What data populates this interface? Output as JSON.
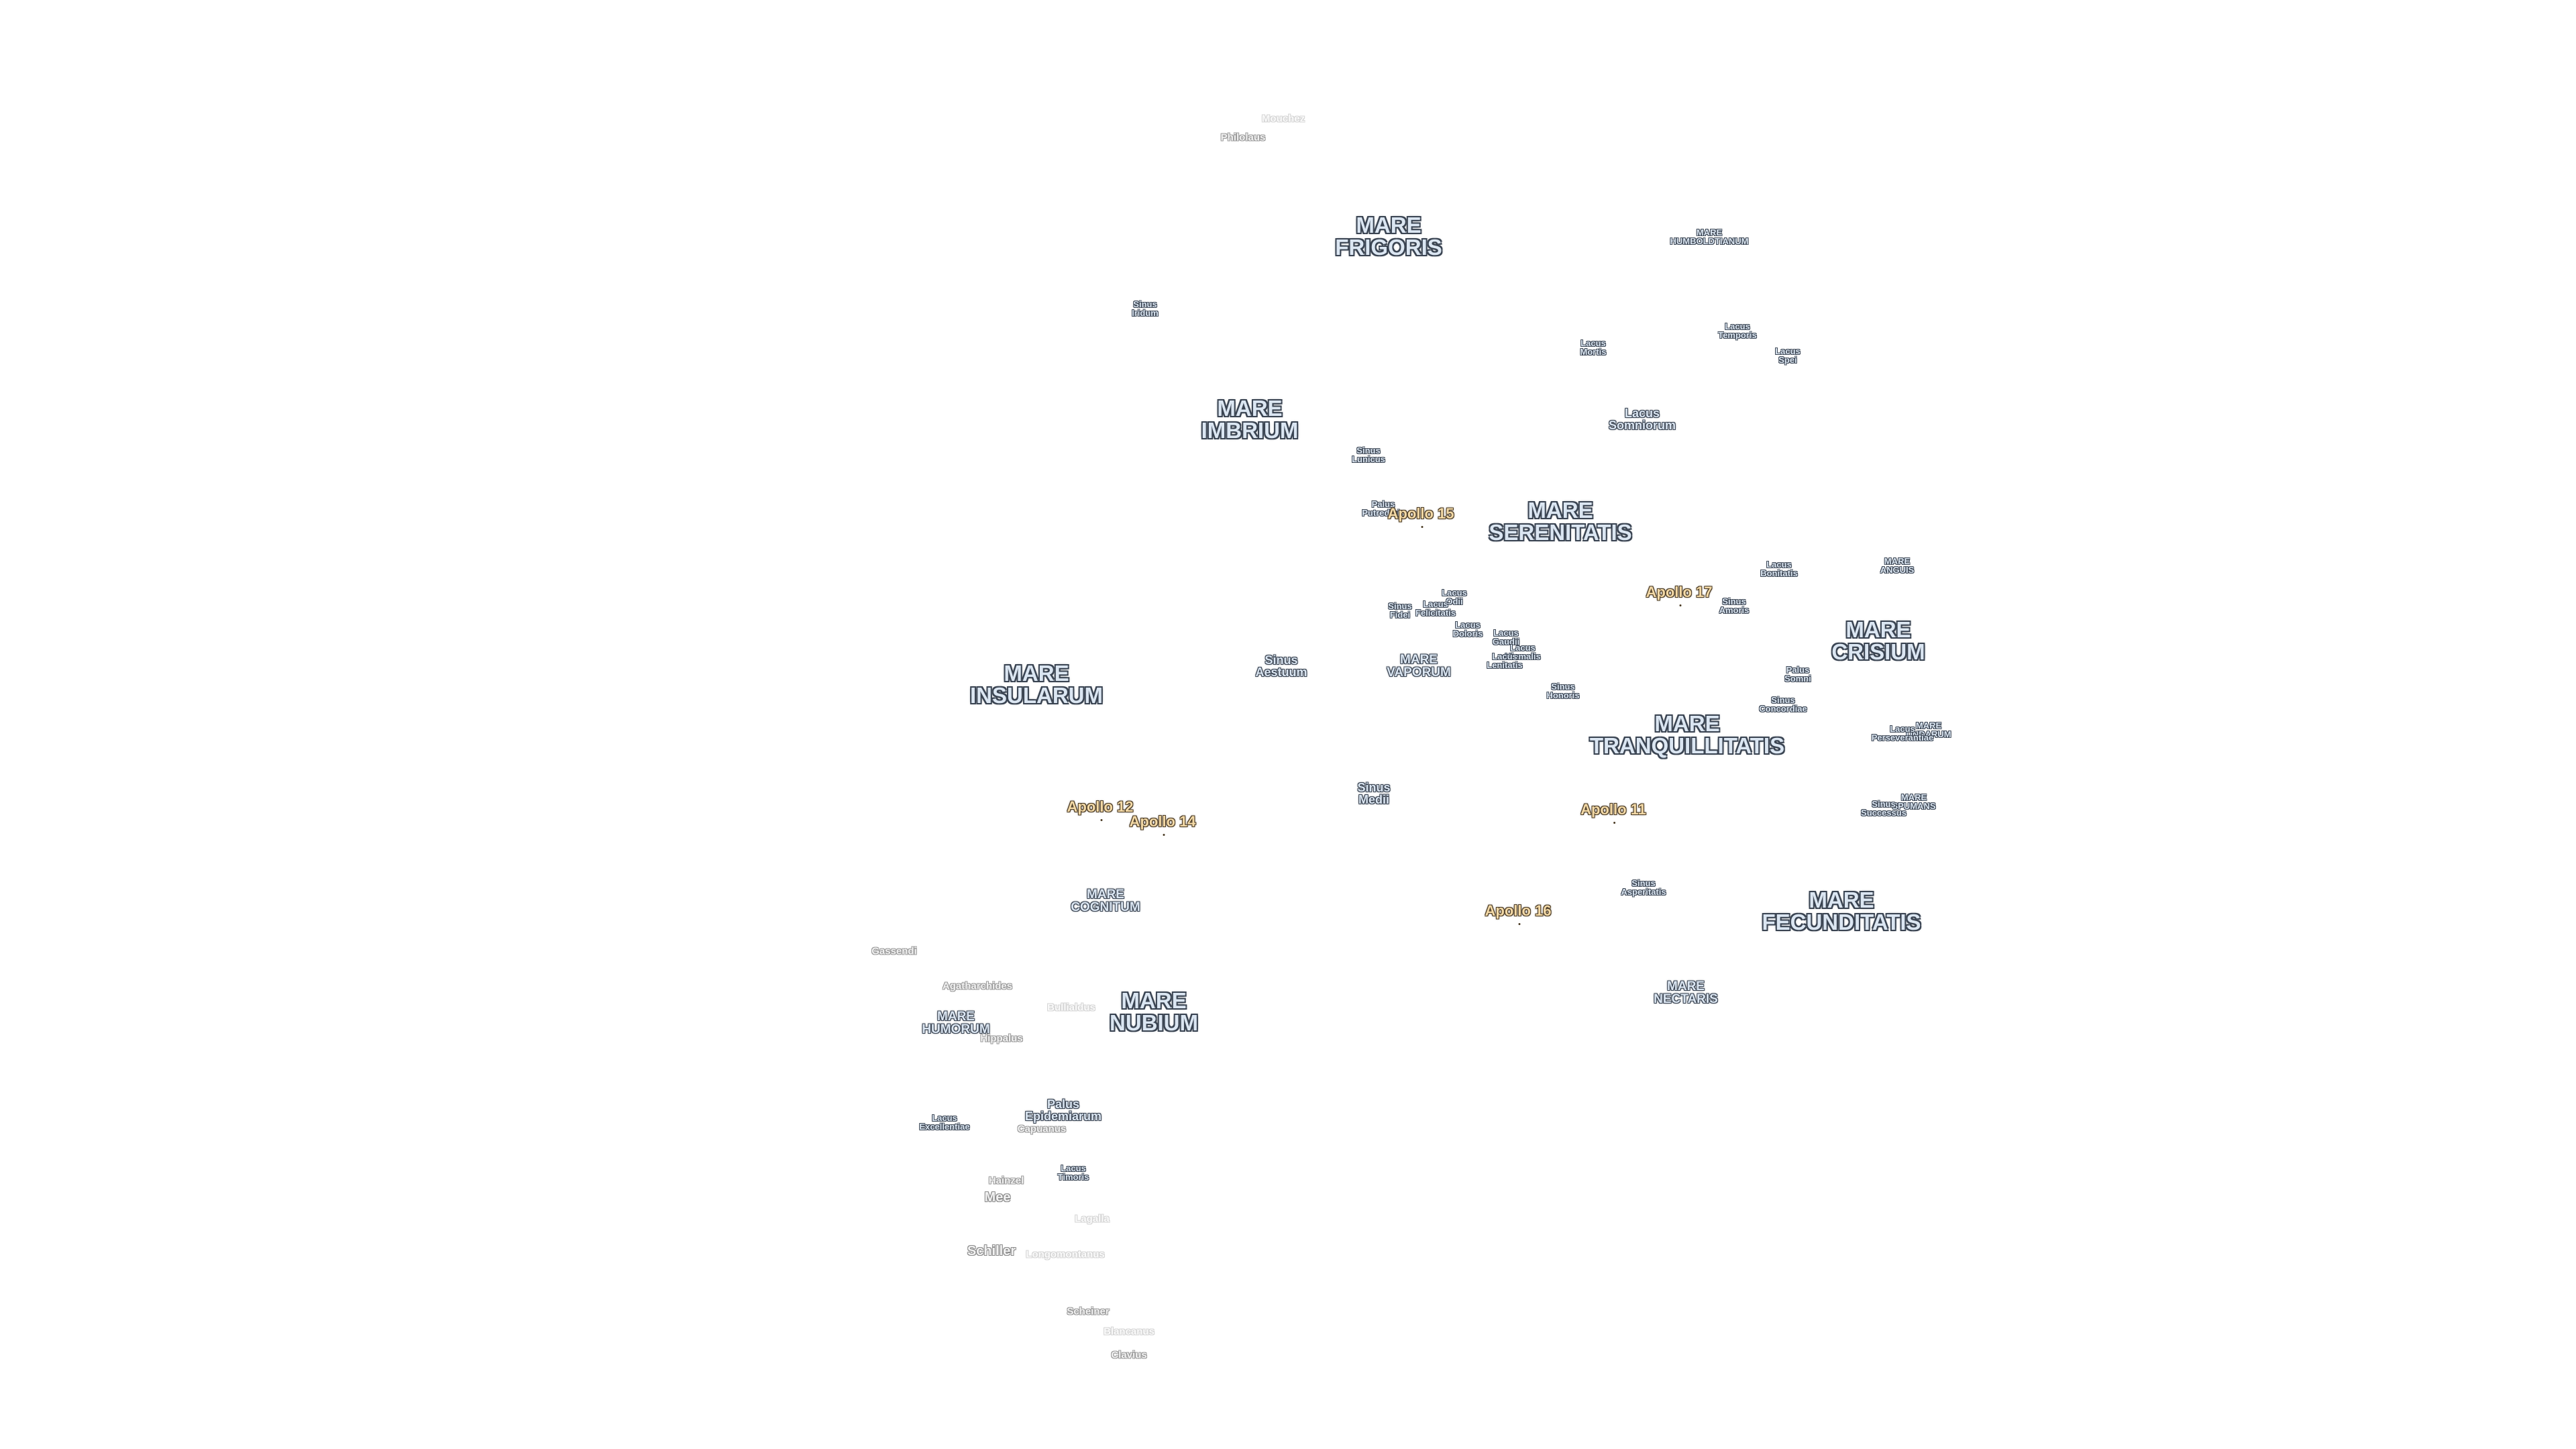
{
  "labels": [
    {
      "id": "mare-frigoris",
      "lines": [
        "MARE",
        "FRIGORIS"
      ],
      "kind": "mare"
    },
    {
      "id": "mare-imbrium",
      "lines": [
        "MARE",
        "IMBRIUM"
      ],
      "kind": "mare"
    },
    {
      "id": "mare-serenitatis",
      "lines": [
        "MARE",
        "SERENITATIS"
      ],
      "kind": "mare"
    },
    {
      "id": "mare-crisium",
      "lines": [
        "MARE",
        "CRISIUM"
      ],
      "kind": "mare"
    },
    {
      "id": "mare-insularum",
      "lines": [
        "MARE",
        "INSULARUM"
      ],
      "kind": "mare"
    },
    {
      "id": "mare-vaporum",
      "lines": [
        "MARE",
        "VAPORUM"
      ],
      "kind": "mare-s"
    },
    {
      "id": "mare-tranquillitatis",
      "lines": [
        "MARE",
        "TRANQUILLITATIS"
      ],
      "kind": "mare"
    },
    {
      "id": "mare-cognitum",
      "lines": [
        "MARE",
        "COGNITUM"
      ],
      "kind": "mare-s"
    },
    {
      "id": "mare-nubium",
      "lines": [
        "MARE",
        "NUBIUM"
      ],
      "kind": "mare"
    },
    {
      "id": "mare-humorum",
      "lines": [
        "MARE",
        "HUMORUM"
      ],
      "kind": "mare-s"
    },
    {
      "id": "mare-fecunditatis",
      "lines": [
        "MARE",
        "FECUNDITATIS"
      ],
      "kind": "mare"
    },
    {
      "id": "mare-nectaris",
      "lines": [
        "MARE",
        "NECTARIS"
      ],
      "kind": "mare-s"
    },
    {
      "id": "mare-humboldtianum",
      "lines": [
        "MARE",
        "HUMBOLDTIANUM"
      ],
      "kind": "tiny"
    },
    {
      "id": "mare-anguis",
      "lines": [
        "MARE",
        "ANGUIS"
      ],
      "kind": "tiny"
    },
    {
      "id": "mare-undarum",
      "lines": [
        "MARE",
        "UNDARUM"
      ],
      "kind": "tiny"
    },
    {
      "id": "mare-spumans",
      "lines": [
        "MARE",
        "SPUMANS"
      ],
      "kind": "tiny"
    },
    {
      "id": "sinus-iridum",
      "lines": [
        "Sinus",
        "Iridum"
      ],
      "kind": "tiny"
    },
    {
      "id": "sinus-medii",
      "lines": [
        "Sinus",
        "Medii"
      ],
      "kind": "minor"
    },
    {
      "id": "sinus-aestuum",
      "lines": [
        "Sinus",
        "Aestuum"
      ],
      "kind": "minor"
    },
    {
      "id": "sinus-lunicus",
      "lines": [
        "Sinus",
        "Lunicus"
      ],
      "kind": "tiny"
    },
    {
      "id": "sinus-fidei",
      "lines": [
        "Sinus",
        "Fidei"
      ],
      "kind": "tiny"
    },
    {
      "id": "sinus-honoris",
      "lines": [
        "Sinus",
        "Honoris"
      ],
      "kind": "tiny"
    },
    {
      "id": "sinus-amoris",
      "lines": [
        "Sinus",
        "Amoris"
      ],
      "kind": "tiny"
    },
    {
      "id": "sinus-concordiae",
      "lines": [
        "Sinus",
        "Concordiae"
      ],
      "kind": "tiny"
    },
    {
      "id": "sinus-successus",
      "lines": [
        "Sinus",
        "Successus"
      ],
      "kind": "tiny"
    },
    {
      "id": "sinus-asperitatis",
      "lines": [
        "Sinus",
        "Asperitatis"
      ],
      "kind": "tiny"
    },
    {
      "id": "lacus-mortis",
      "lines": [
        "Lacus",
        "Mortis"
      ],
      "kind": "tiny"
    },
    {
      "id": "lacus-temporis",
      "lines": [
        "Lacus",
        "Temporis"
      ],
      "kind": "tiny"
    },
    {
      "id": "lacus-spei",
      "lines": [
        "Lacus",
        "Spei"
      ],
      "kind": "tiny"
    },
    {
      "id": "lacus-somniorum",
      "lines": [
        "Lacus",
        "Somniorum"
      ],
      "kind": "minor"
    },
    {
      "id": "lacus-bonitatis",
      "lines": [
        "Lacus",
        "Bonitatis"
      ],
      "kind": "tiny"
    },
    {
      "id": "lacus-odii",
      "lines": [
        "Lacus",
        "Odii"
      ],
      "kind": "tiny"
    },
    {
      "id": "lacus-felicitatis",
      "lines": [
        "Lacus",
        "Felicitatis"
      ],
      "kind": "tiny"
    },
    {
      "id": "lacus-doloris",
      "lines": [
        "Lacus",
        "Doloris"
      ],
      "kind": "tiny"
    },
    {
      "id": "lacus-gaudii",
      "lines": [
        "Lacus",
        "Gaudii"
      ],
      "kind": "tiny"
    },
    {
      "id": "lacus-hiemalis",
      "lines": [
        "Lacus",
        "Hiemalis"
      ],
      "kind": "tiny"
    },
    {
      "id": "lacus-lenitatis",
      "lines": [
        "Lacus",
        "Lenitatis"
      ],
      "kind": "tiny"
    },
    {
      "id": "lacus-perseverantiae",
      "lines": [
        "Lacus",
        "Perseverantiae"
      ],
      "kind": "tiny"
    },
    {
      "id": "lacus-excellentiae",
      "lines": [
        "Lacus",
        "Excellentiae"
      ],
      "kind": "tiny"
    },
    {
      "id": "lacus-timoris",
      "lines": [
        "Lacus",
        "Timoris"
      ],
      "kind": "tiny"
    },
    {
      "id": "palus-putredinis",
      "lines": [
        "Palus",
        "Putredinis"
      ],
      "kind": "tiny"
    },
    {
      "id": "palus-somni",
      "lines": [
        "Palus",
        "Somni"
      ],
      "kind": "tiny"
    },
    {
      "id": "palus-epidemiarum",
      "lines": [
        "Palus",
        "Epidemiarum"
      ],
      "kind": "minor"
    },
    {
      "id": "apollo-15",
      "lines": [
        "Apollo 15"
      ],
      "kind": "apollo"
    },
    {
      "id": "apollo-17",
      "lines": [
        "Apollo 17"
      ],
      "kind": "apollo"
    },
    {
      "id": "apollo-12",
      "lines": [
        "Apollo 12"
      ],
      "kind": "apollo"
    },
    {
      "id": "apollo-14",
      "lines": [
        "Apollo 14"
      ],
      "kind": "apollo"
    },
    {
      "id": "apollo-11",
      "lines": [
        "Apollo 11"
      ],
      "kind": "apollo"
    },
    {
      "id": "apollo-16",
      "lines": [
        "Apollo 16"
      ],
      "kind": "apollo"
    },
    {
      "id": "moschus",
      "lines": [
        "Mouchez"
      ],
      "kind": "faint"
    },
    {
      "id": "philolaus",
      "lines": [
        "Philolaus"
      ],
      "kind": "crater"
    },
    {
      "id": "gassendi",
      "lines": [
        "Gassendi"
      ],
      "kind": "crater"
    },
    {
      "id": "agatharchides",
      "lines": [
        "Agatharchides"
      ],
      "kind": "crater"
    },
    {
      "id": "bullialdus",
      "lines": [
        "Bullialdus"
      ],
      "kind": "faint"
    },
    {
      "id": "hippalus",
      "lines": [
        "Hippalus"
      ],
      "kind": "crater"
    },
    {
      "id": "capuanus",
      "lines": [
        "Capuanus"
      ],
      "kind": "crater"
    },
    {
      "id": "hainzel",
      "lines": [
        "Hainzel"
      ],
      "kind": "crater"
    },
    {
      "id": "mee",
      "lines": [
        "Mee"
      ],
      "kind": "crater-l"
    },
    {
      "id": "lagalla",
      "lines": [
        "Lagalla"
      ],
      "kind": "faint"
    },
    {
      "id": "schiller",
      "lines": [
        "Schiller"
      ],
      "kind": "crater-l"
    },
    {
      "id": "longomontanus",
      "lines": [
        "Longomontanus"
      ],
      "kind": "faint"
    },
    {
      "id": "scheiner",
      "lines": [
        "Scheiner"
      ],
      "kind": "crater"
    },
    {
      "id": "blancanus",
      "lines": [
        "Blancanus"
      ],
      "kind": "faint"
    },
    {
      "id": "clavius",
      "lines": [
        "Clavius"
      ],
      "kind": "crater"
    }
  ]
}
